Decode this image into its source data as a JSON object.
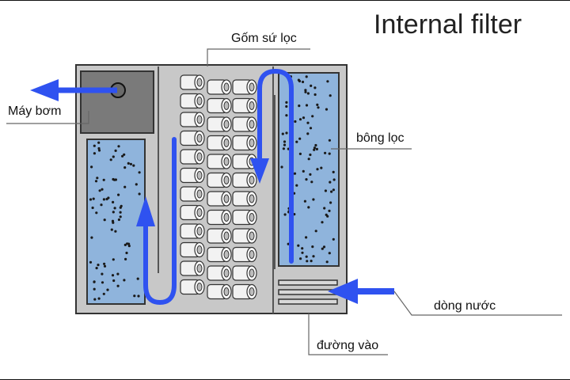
{
  "title": "Internal filter",
  "labels": {
    "ceramic": "Gốm sứ lọc",
    "pump": "Máy bơm",
    "sponge": "bông lọc",
    "flow": "dòng nước",
    "inlet": "đường vào"
  },
  "colors": {
    "housing": "#c8c8c8",
    "pump": "#7a7a7a",
    "sponge": "#8fb4dc",
    "flow_arrow": "#2f52f0",
    "ceramic_ring": "#f2f2f2"
  }
}
